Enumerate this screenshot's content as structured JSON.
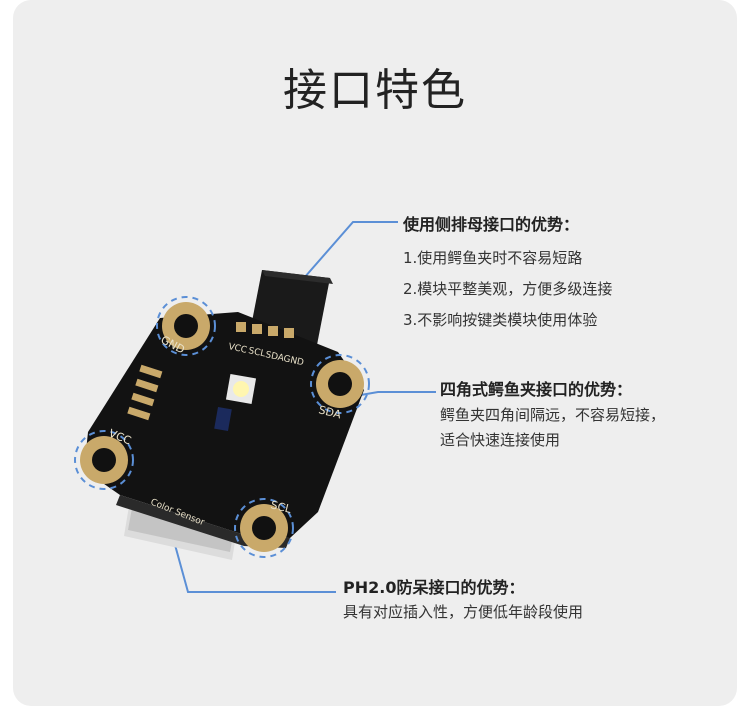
{
  "title": "接口特色",
  "features": [
    {
      "heading": "使用侧排母接口的优势：",
      "lines": [
        "1.使用鳄鱼夹时不容易短路",
        "2.模块平整美观，方便多级连接",
        "3.不影响按键类模块使用体验"
      ]
    },
    {
      "heading": "四角式鳄鱼夹接口的优势：",
      "lines": [
        "鳄鱼夹四角间隔远，不容易短接，",
        "适合快速连接使用"
      ]
    },
    {
      "heading": "PH2.0防呆接口的优势：",
      "lines": [
        "具有对应插入性，方便低年龄段使用"
      ]
    }
  ],
  "board": {
    "pins": [
      "VCC",
      "SCL",
      "SDA",
      "GND"
    ],
    "pads": [
      "GND",
      "SDA",
      "VCC",
      "SCL"
    ],
    "silk": "Color Sensor"
  },
  "colors": {
    "accent": "#5b8fd6",
    "board": "#111111",
    "gold": "#c9a96a"
  }
}
